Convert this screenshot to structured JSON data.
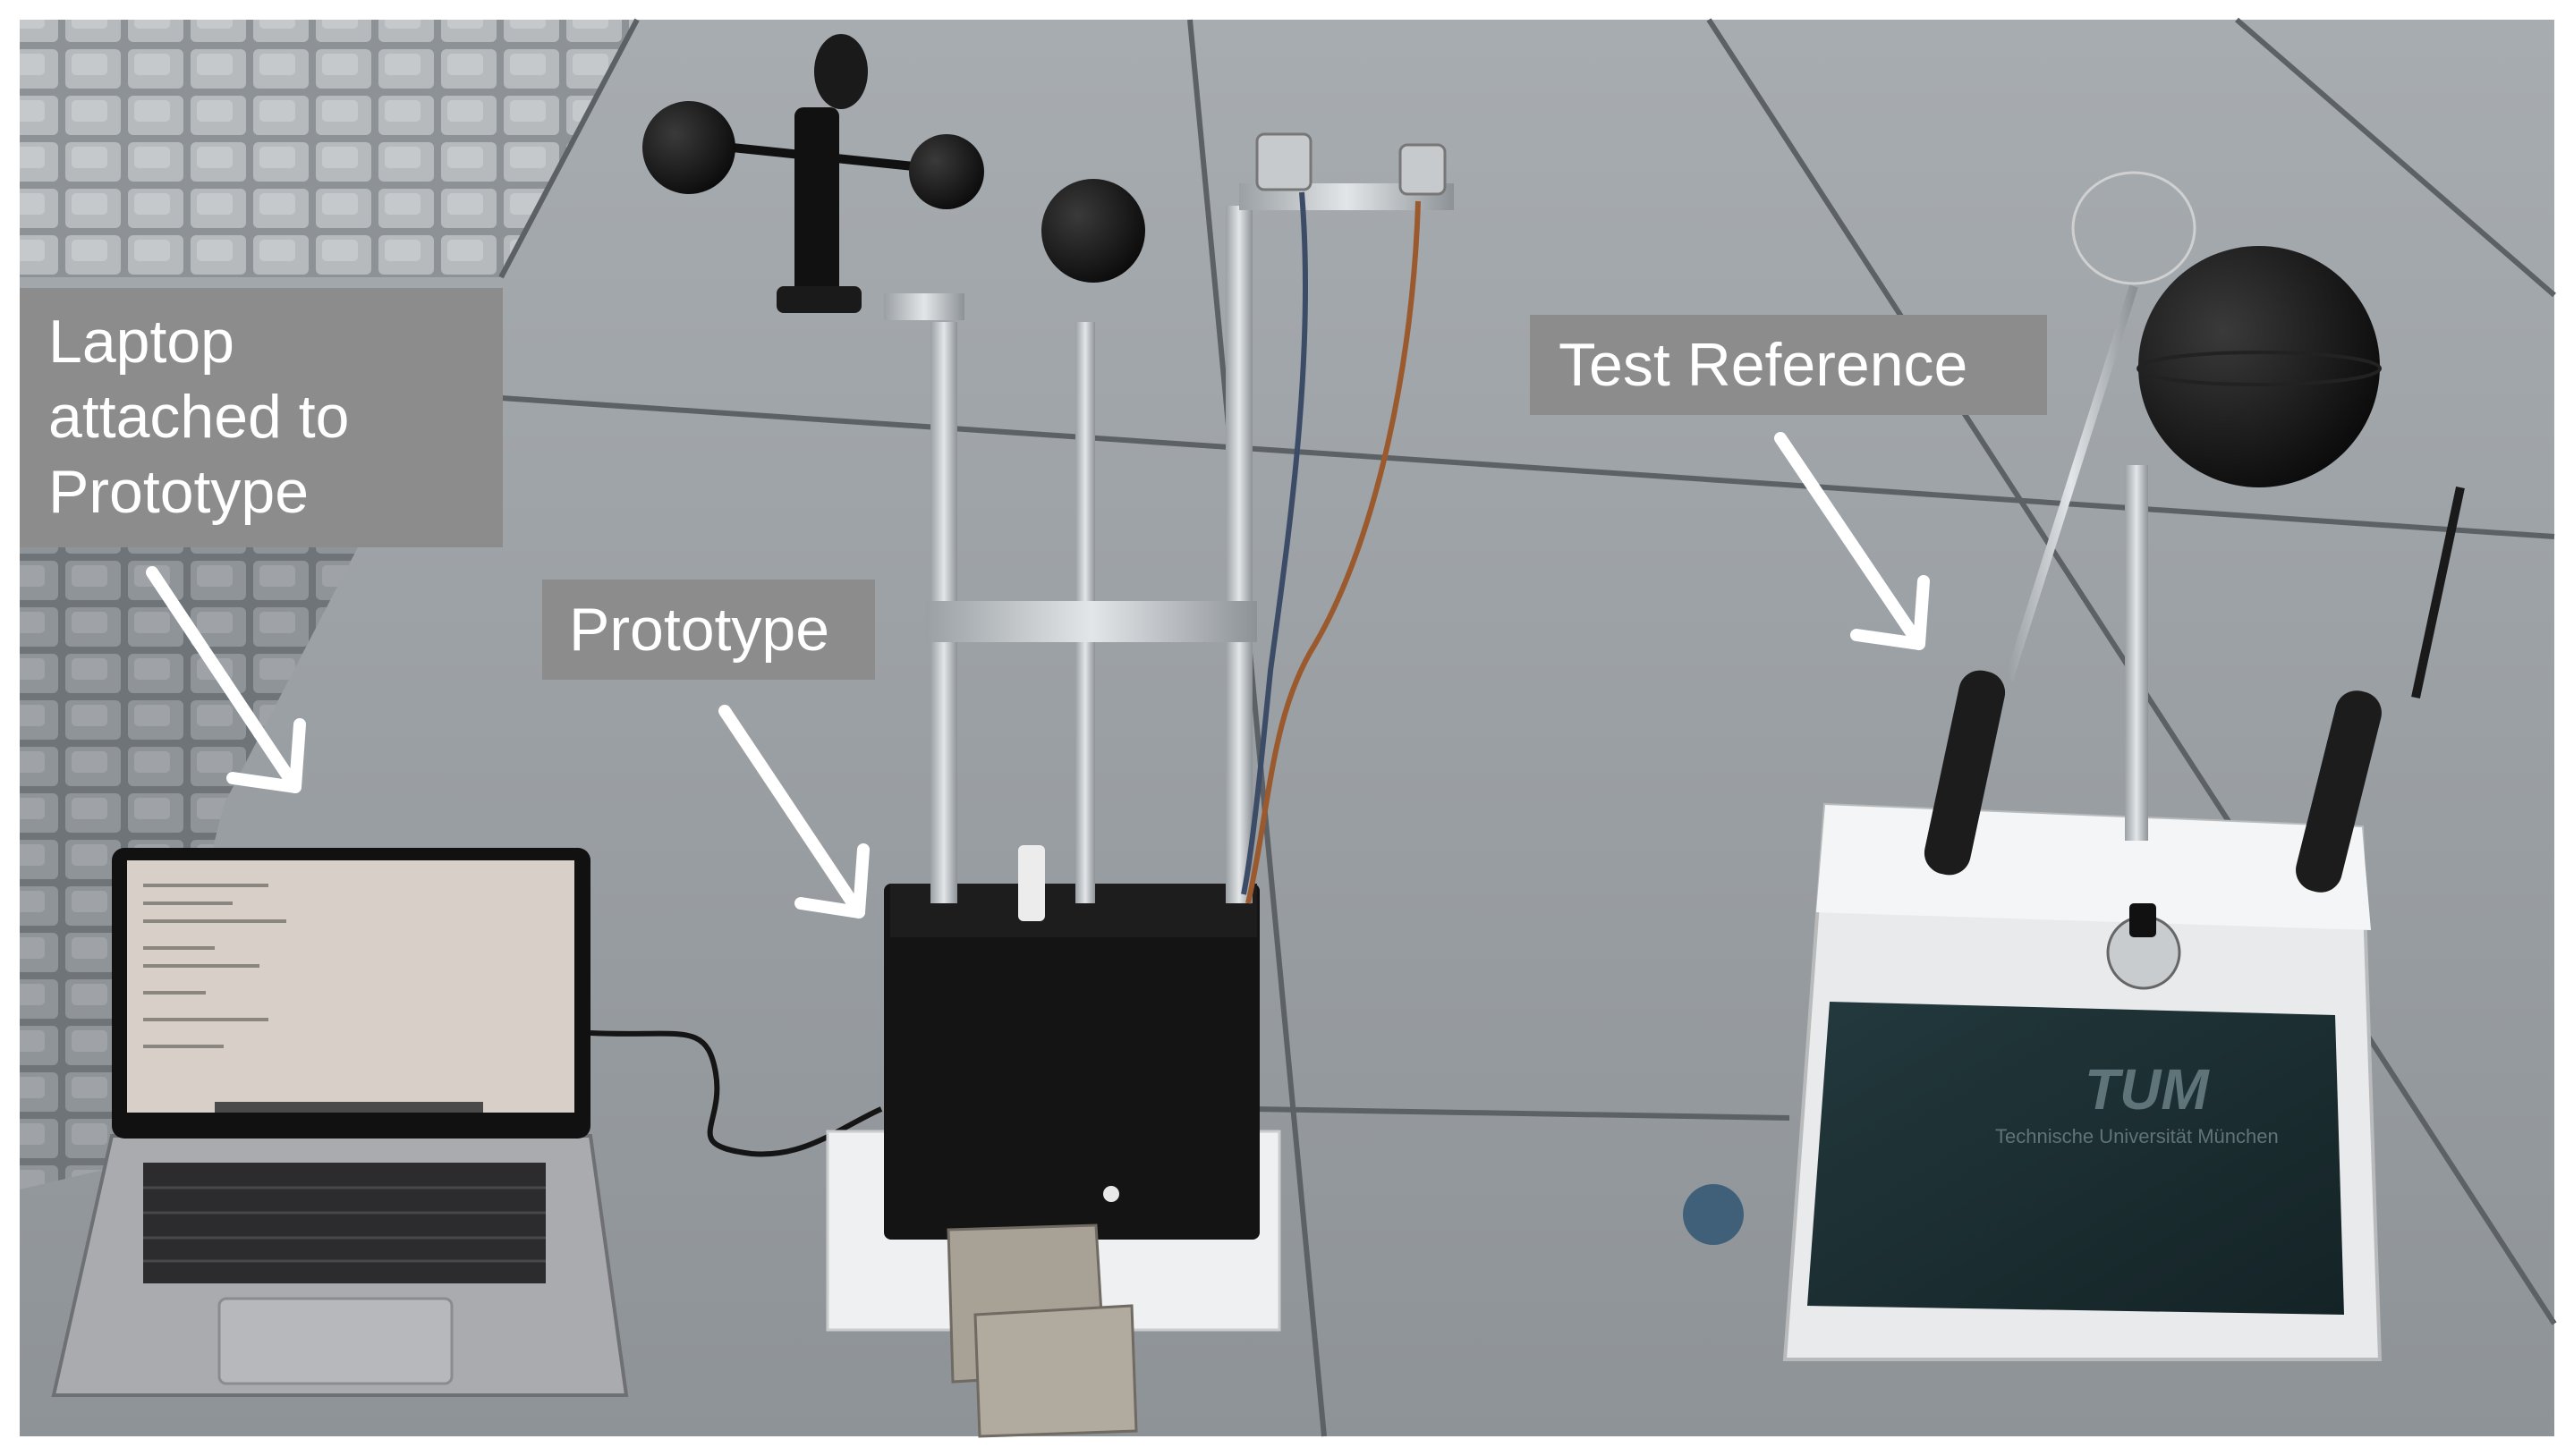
{
  "labels": {
    "laptop": [
      "Laptop",
      "attached to",
      "Prototype"
    ],
    "prototype": "Prototype",
    "reference": "Test Reference"
  },
  "overlay_text": {
    "reference_box_logo": "TUM",
    "reference_box_subtitle": "Technische Universität München"
  },
  "colors": {
    "callout_bg": "#8c8c8c",
    "callout_text": "#ffffff",
    "arrow": "#ffffff",
    "pavement": "#9ea3a7"
  }
}
